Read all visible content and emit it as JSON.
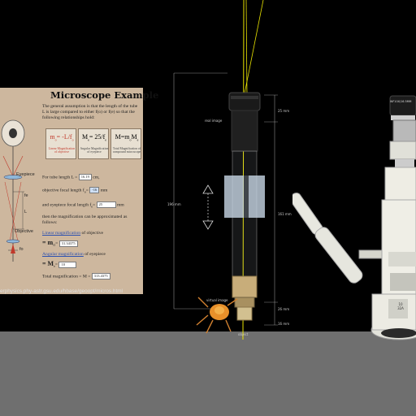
{
  "poster": {
    "title": "Microscope Example",
    "intro": "The general assumption is that the length of the tube L is large compared to either f(o) or f(e) so that the following relationships hold:",
    "formulas": [
      {
        "eq": "m_o = -L/f_o",
        "caption": "Linear Magnification of objective"
      },
      {
        "eq": "M_e = 25/f_e",
        "caption": "Angular Magnification of eyepiece"
      },
      {
        "eq": "M = m_o M_e",
        "caption": "Total Magnification of compound microscope"
      }
    ],
    "tube_length_label": "For tube length L =",
    "tube_length_value": "16.19",
    "tube_length_unit": "cm,",
    "objective_label": "objective focal length f",
    "objective_sub": "o",
    "objective_value": "-16",
    "objective_unit": "mm",
    "eyepiece_label": "and eyepiece focal length f",
    "eyepiece_sub": "e",
    "eyepiece_value": "25",
    "eyepiece_unit": "mm",
    "approx_text": "then the magnification can be approximated as follows:",
    "linear_link": "Linear magnification",
    "linear_suffix": "of objective",
    "linear_symbol": "= m",
    "linear_sub": "O",
    "linear_value": "31.34375",
    "angular_link": "Angular magnification",
    "angular_suffix": "of eyepiece",
    "angular_symbol": "= M",
    "angular_sub": "e",
    "angular_value": "10",
    "total_label": "Total magnification = M =",
    "total_value": "313.4375",
    "diagram_labels": {
      "eyepiece": "Eyepiece",
      "objective": "Objective",
      "L": "L",
      "fe": "fe",
      "fo": "fo"
    },
    "url": "erphysics.phy-astr.gsu.edu/hbase/geoopt/micros.html"
  },
  "scene": {
    "labels": {
      "real_image": "real image",
      "virtual_image": "virtual image",
      "object": "object",
      "dim_total": "196 mm",
      "dim_top": "25 mm",
      "dim_mid": "161 mm",
      "dim_low": "26 mm",
      "dim_bottom": "16 mm"
    },
    "microscope_badge": "10\n32A",
    "microscope_brand": "WF10X/16.5MM"
  }
}
